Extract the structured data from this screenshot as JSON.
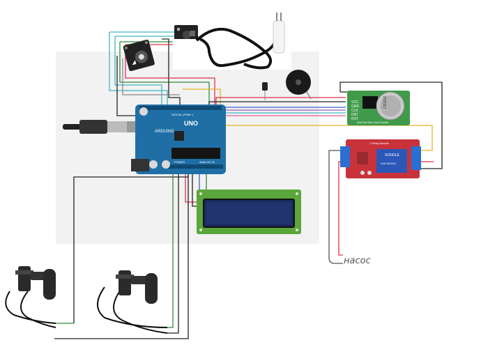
{
  "arduino": {
    "brand_text": "ARDUINO",
    "model_text": "UNO",
    "label_power": "POWER",
    "label_analog": "ANALOG IN",
    "label_digital": "DIGITAL (PWM~)"
  },
  "rtc": {
    "chip_text": "CR2032",
    "pins": [
      "VCC",
      "GND",
      "CLK",
      "DAT",
      "RST"
    ],
    "caption": "Mini Real Time Clock Module"
  },
  "relay": {
    "header_text": "1 Relay Module",
    "brand_text": "SONGLE",
    "spec_text": "10A 250VAC"
  },
  "pump_label": "насос",
  "colors": {
    "arduino_blue": "#1f6fa6",
    "relay_red": "#c8323b",
    "rtc_green": "#3f9a4a",
    "lcd_green": "#5aa63a",
    "lcd_screen": "#1b2a5e",
    "wire_red": "#e0304a",
    "wire_green": "#2f8a3e",
    "wire_yellow": "#e6b422",
    "wire_blue": "#3a5fcf",
    "wire_cyan": "#3fb7c4",
    "wire_black": "#222222"
  }
}
